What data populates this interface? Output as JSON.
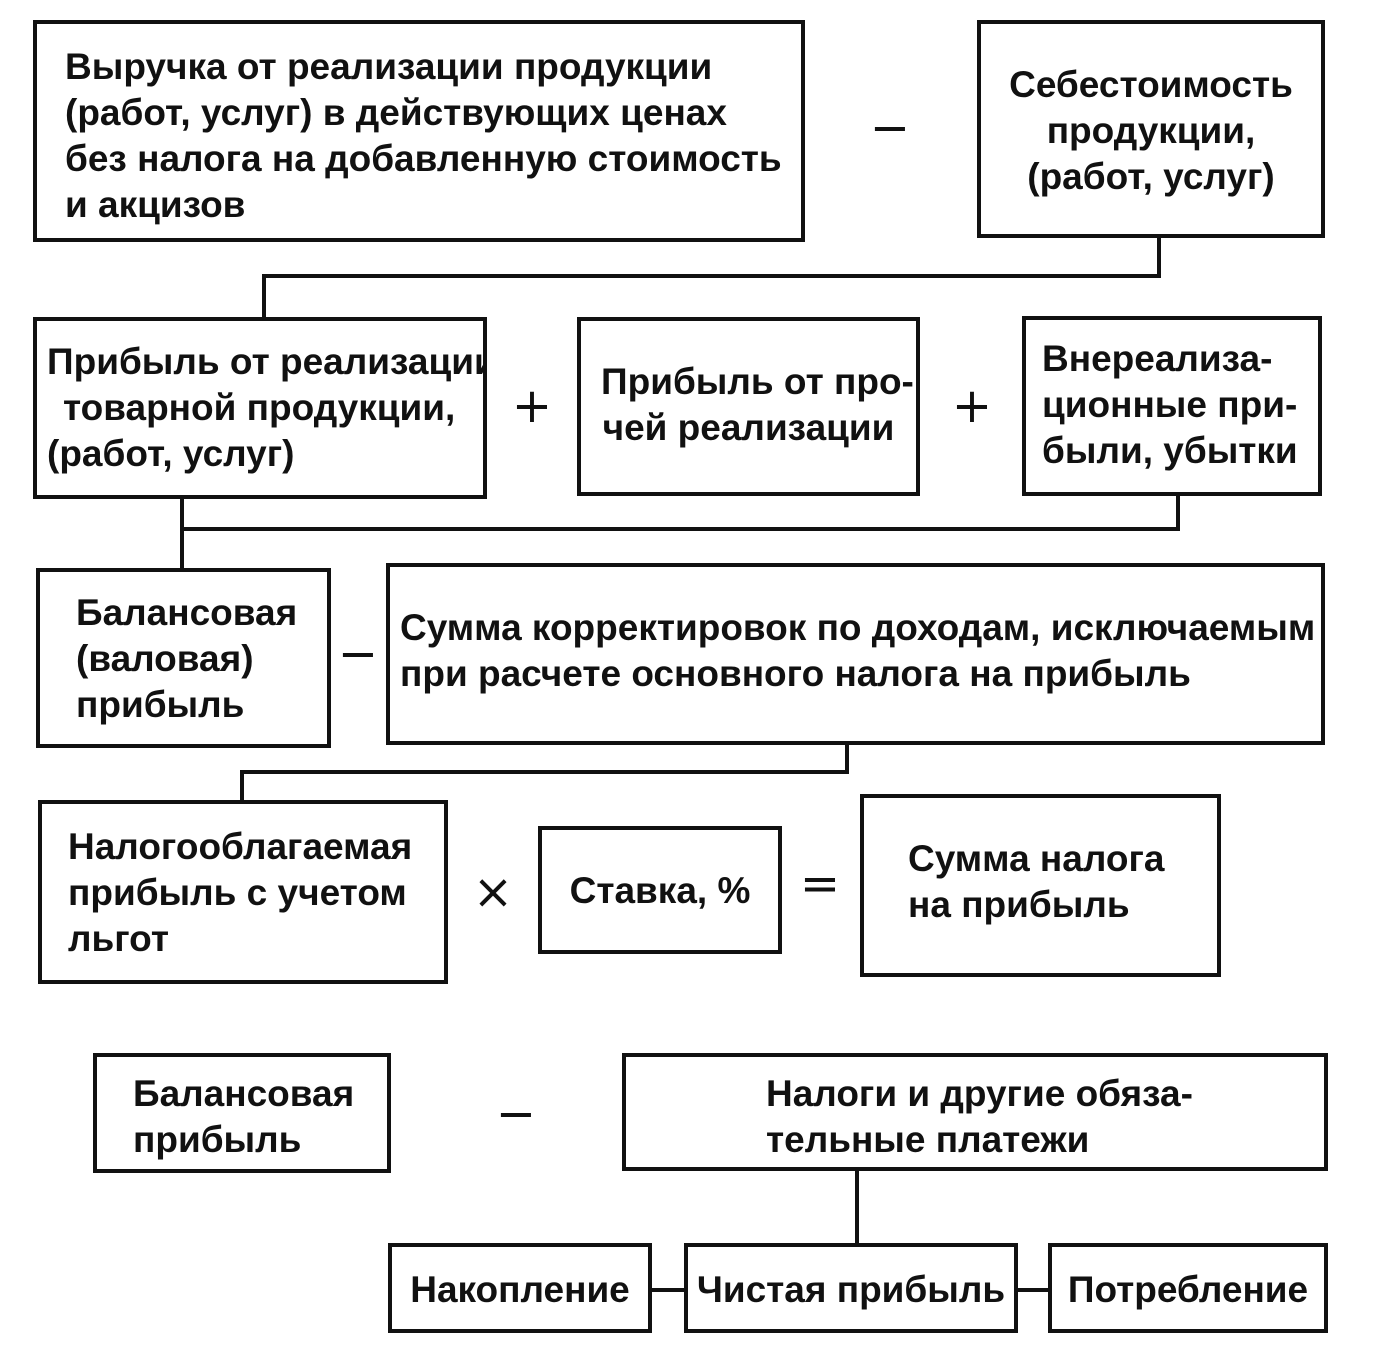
{
  "row1": {
    "revenue": [
      "Выручка от реализации продукции",
      "(работ, услуг) в действующих ценах",
      "без налога на добавленную стоимость",
      "и акцизов"
    ],
    "op": "−",
    "cost": [
      "Себестоимость",
      "продукции,",
      "(работ, услуг)"
    ]
  },
  "row2": {
    "sales_profit": [
      "Прибыль от реализации",
      "товарной продукции,",
      "(работ, услуг)"
    ],
    "op1": "+",
    "other_profit": [
      "Прибыль от про-",
      "чей реализации"
    ],
    "op2": "+",
    "non_sales": [
      "Внереализа-",
      "ционные при-",
      "были, убытки"
    ]
  },
  "row3": {
    "balance_profit": [
      "Балансовая",
      "(валовая)",
      "прибыль"
    ],
    "op": "−",
    "adjustments": [
      "Сумма корректировок по доходам, исключаемым",
      "при расчете основного налога на прибыль"
    ]
  },
  "row4": {
    "taxable": [
      "Налогооблагаемая",
      "прибыль с учетом",
      "льгот"
    ],
    "op1": "×",
    "rate": "Ставка, %",
    "op2": "=",
    "tax_sum": [
      "Сумма налога",
      "на прибыль"
    ]
  },
  "row5": {
    "balance": [
      "Балансовая",
      "прибыль"
    ],
    "op": "−",
    "taxes": [
      "Налоги и другие обяза-",
      "тельные платежи"
    ]
  },
  "row6": {
    "accumulation": "Накопление",
    "net_profit": "Чистая прибыль",
    "consumption": "Потребление"
  }
}
